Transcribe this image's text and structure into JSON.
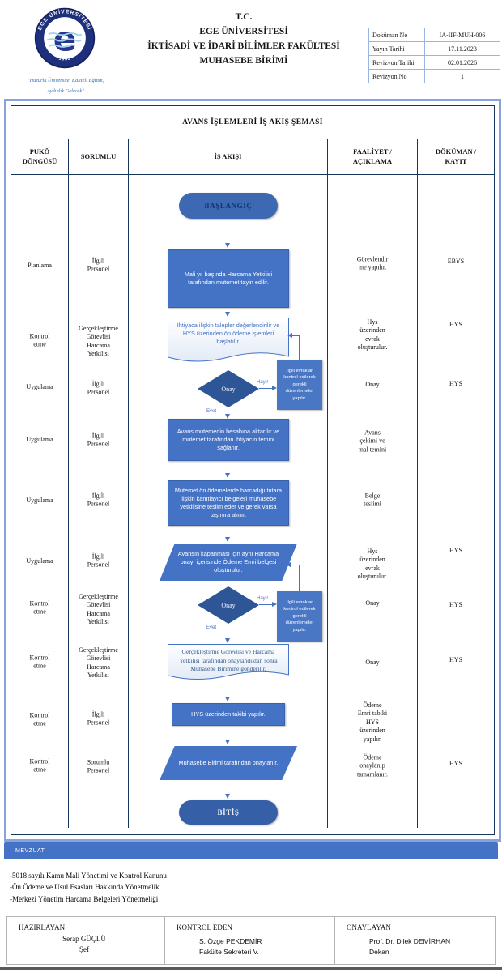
{
  "header": {
    "title_lines": [
      "T.C.",
      "EGE ÜNİVERSİTESİ",
      "İKTİSADİ VE İDARİ BİLİMLER FAKÜLTESİ",
      "MUHASEBE BİRİMİ"
    ],
    "logo": {
      "circle_text": "EGE ÜNİVERSİTESİ",
      "year": "1955",
      "letter": "e"
    },
    "tagline": [
      "\"Huzurlu Üniversite, Kaliteli Eğitim,",
      "Aydınlık Gelecek\""
    ],
    "info_table": {
      "rows": [
        {
          "label": "Doküman No",
          "value": "İA-İİF-MUH-006"
        },
        {
          "label": "Yayın Tarihi",
          "value": "17.11.2023"
        },
        {
          "label": "Revizyon Tarihi",
          "value": "02.01.2026"
        },
        {
          "label": "Revizyon No",
          "value": "1"
        }
      ]
    }
  },
  "chart": {
    "title": "AVANS İŞLEMLERİ İŞ AKIŞ ŞEMASI",
    "columns": [
      "PUKÖ\nDÖNGÜSÜ",
      "SORUMLU",
      "İŞ AKIŞI",
      "FAALİYET /\nAÇIKLAMA",
      "DÖKÜMAN /\nKAYIT"
    ],
    "nodes": {
      "start": "BAŞLANGIÇ",
      "step1": "Mali yıl başında  Harcama Yetkilisi tarafından mutemet tayin edilir.",
      "doc1": "İhtiyaca ilişkin talepler değerlendirilir ve HYS üzerinden ön ödeme işlemleri başlatılır.",
      "decision1": "Onay",
      "yes": "Evet",
      "no": "Hayır",
      "fix": "İlgili evraklar kontrol edilerek gerekli düzenlemeler yapılır.",
      "step2": "Avans mutemedin hesabına aktarılır ve mutemet tarafından ihtiyacın temini sağlanır.",
      "step3": "Mutemet ön ödemelerde harcadığı tutara ilişkin kanıtlayıcı belgeleri muhasebe yetkilisine teslim eder ve gerek varsa taşınıra alınır.",
      "para1": "Avansın kapanması için aynı Harcama onayı içerisinde Ödeme Emri belgesi oluşturulur.",
      "decision2": "Onay",
      "doc2": "Gerçekleştirme Görevlisi ve Harcama Yetkilisi tarafından onaylandıktan sonra Muhasebe Birimine gönderilir.",
      "step4": "HYS üzerinden takibi yapılır.",
      "para2": "Muhasebe Birimi tarafından onaylanır.",
      "end": "BİTİŞ"
    },
    "rows": [
      {
        "puko": "Planlama",
        "sorumlu": "İlgili\nPersonel",
        "faaliyet": "Görevlendir\nme yapılır.",
        "dokuman": "EBYS"
      },
      {
        "puko": "Kontrol\netme",
        "sorumlu": "Gerçekleştirme\nGörevlisi\nHarcama\nYetkilisi",
        "faaliyet": "Hys\nüzerinden\nevrak\noluşturulur.",
        "dokuman": "HYS"
      },
      {
        "puko": "Uygulama",
        "sorumlu": "İlgili\nPersonel",
        "faaliyet": "Onay",
        "dokuman": "HYS"
      },
      {
        "puko": "Uygulama",
        "sorumlu": "İlgili\nPersonel",
        "faaliyet": "Avans\nçekimi ve\nmal temini",
        "dokuman": ""
      },
      {
        "puko": "Uygulama",
        "sorumlu": "İlgili\nPersonel",
        "faaliyet": "Belge\nteslimi",
        "dokuman": ""
      },
      {
        "puko": "Uygulama",
        "sorumlu": "İlgili\nPersonel",
        "faaliyet": "Hys\nüzerinden\nevrak\noluşturulur.",
        "dokuman": "HYS"
      },
      {
        "puko": "Kontrol\netme",
        "sorumlu": "Gerçekleştirme\nGörevlisi\nHarcama\nYetkilisi",
        "faaliyet": "Onay",
        "dokuman": "HYS"
      },
      {
        "puko": "Kontrol\netme",
        "sorumlu": "Gerçekleştirme\nGörevlisi\nHarcama\nYetkilisi",
        "faaliyet": "Onay",
        "dokuman": "HYS"
      },
      {
        "puko": "Kontrol\netme",
        "sorumlu": "İlgili\nPersonel",
        "faaliyet": "Ödeme\nEmri tabiki\nHYS\nüzerinden\nyapılır.",
        "dokuman": ""
      },
      {
        "puko": "Kontrol\netme",
        "sorumlu": "Sorumlu\nPersonel",
        "faaliyet": "Ödeme\nonaylanıp\ntamamlanır.",
        "dokuman": "HYS"
      }
    ]
  },
  "mevzuat": {
    "band": "MEVZUAT",
    "items": "-5018 sayılı Kamu Mali Yönetimi ve Kontrol Kanunu\n-Ön Ödeme ve Usul Esasları Hakkında Yönetmelik\n-Merkezi Yönetim Harcama Belgeleri Yönetmeliği"
  },
  "footer": {
    "cells": [
      {
        "label": "HAZIRLAYAN",
        "name": "Serap GÜÇLÜ\nŞef"
      },
      {
        "label": "KONTROL EDEN",
        "name": "S. Özge PEKDEMİR\nFakülte Sekreteri V."
      },
      {
        "label": "ONAYLAYAN",
        "name": "Prof. Dr. Dilek DEMİRHAN\nDekan"
      }
    ]
  },
  "colors": {
    "accent_blue": "#4472c4",
    "dark_blue": "#2e5697",
    "frame_blue": "#86a4da",
    "grid_navy": "#17365d",
    "logo_navy": "#1e2f7d",
    "tagline_blue": "#2f6db5"
  }
}
